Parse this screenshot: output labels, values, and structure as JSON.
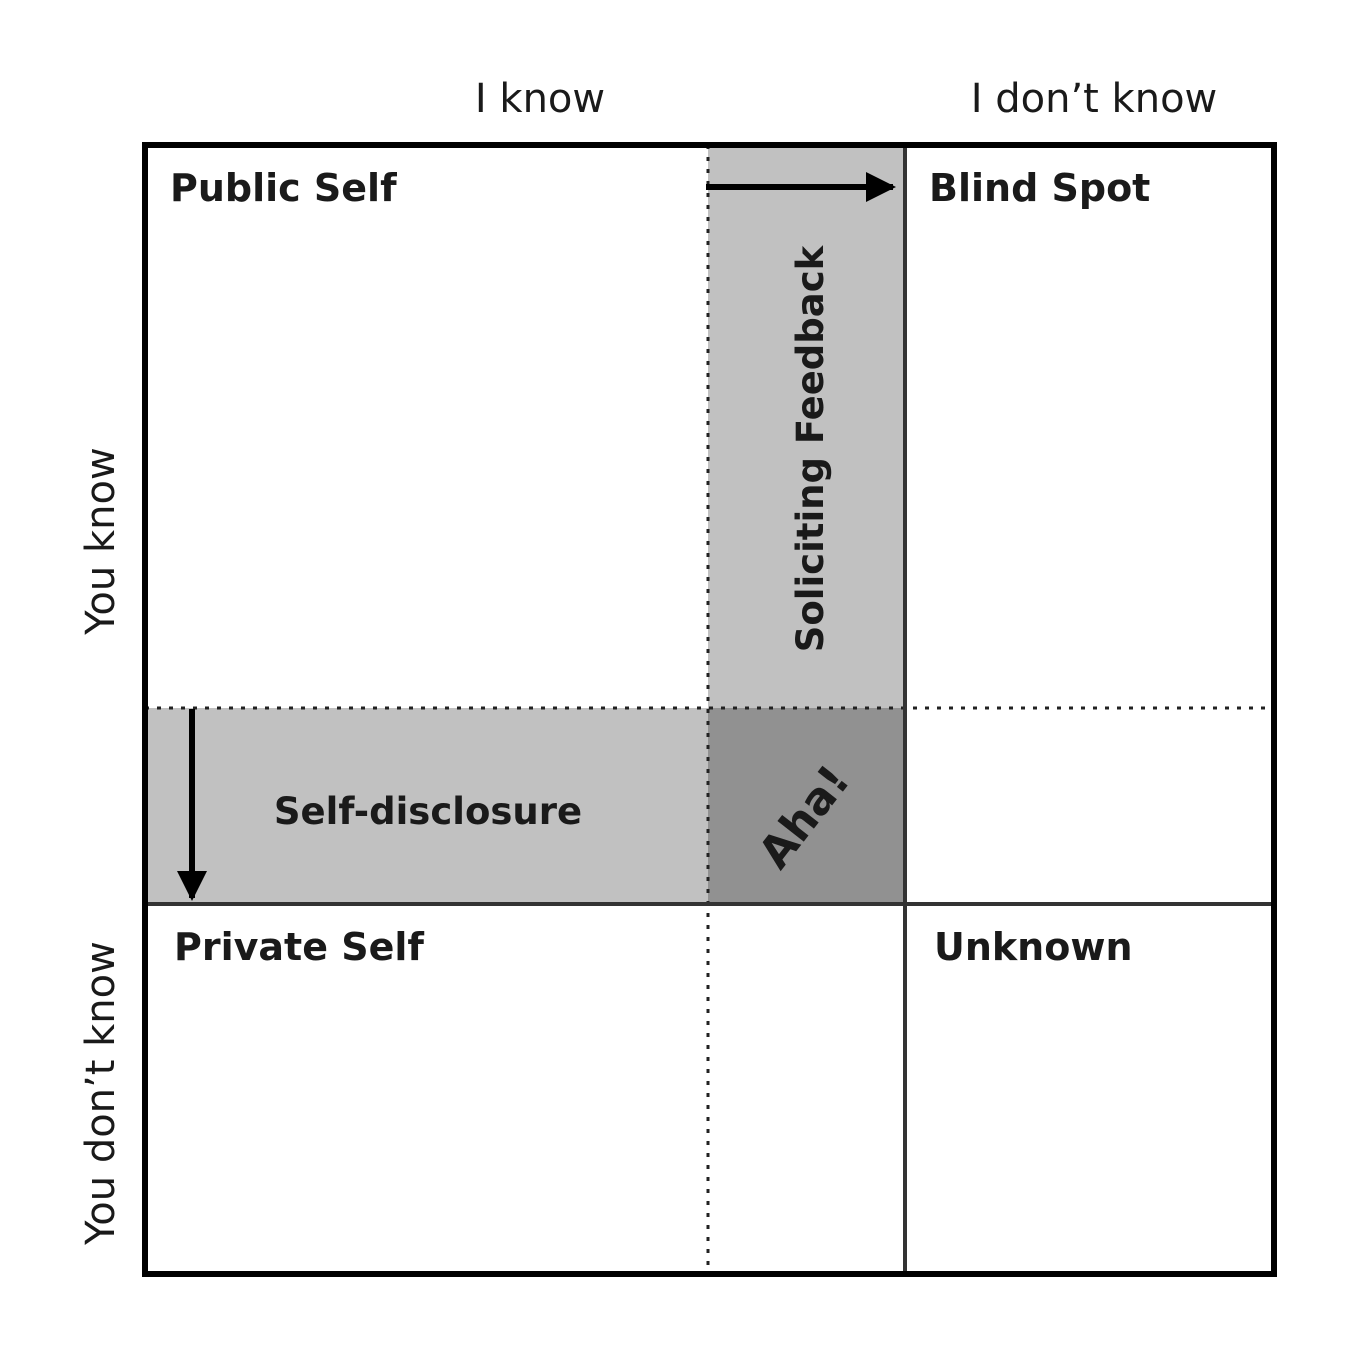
{
  "axes": {
    "top_left": "I know",
    "top_right": "I don’t know",
    "left_top": "You know",
    "left_bottom": "You don’t know"
  },
  "quadrants": {
    "public": "Public Self",
    "blind": "Blind Spot",
    "private": "Private Self",
    "unknown": "Unknown"
  },
  "bands": {
    "feedback": "Soliciting Feedback",
    "disclosure": "Self-disclosure",
    "aha": "Aha!"
  },
  "colors": {
    "band_fill": "#c1c1c1",
    "aha_fill": "#919191",
    "line": "#000000",
    "inner_line": "#333333"
  }
}
